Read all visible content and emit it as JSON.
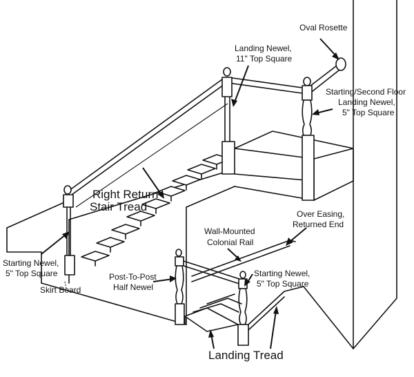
{
  "labels": {
    "oval_rosette": "Oval Rosette",
    "landing_newel_l1": "Landing Newel,",
    "landing_newel_l2": "11\" Top Square",
    "second_floor_l1": "Starting/Second Floor",
    "second_floor_l2": "Landing Newel,",
    "second_floor_l3": "5\" Top Square",
    "right_return_l1": "Right Return",
    "right_return_l2": "Stair Tread",
    "over_easing_l1": "Over Easing,",
    "over_easing_l2": "Returned End",
    "wall_rail_l1": "Wall-Mounted",
    "wall_rail_l2": "Colonial Rail",
    "starting_newel_left_l1": "Starting Newel,",
    "starting_newel_left_l2": "5\" Top Square",
    "post_to_post_l1": "Post-To-Post",
    "post_to_post_l2": "Half Newel",
    "starting_newel_right_l1": "Starting Newel,",
    "starting_newel_right_l2": "5\" Top Square",
    "skirt_board": "Skirt Board",
    "landing_tread": "Landing Tread"
  },
  "colors": {
    "line": "#111111",
    "background": "#ffffff"
  }
}
